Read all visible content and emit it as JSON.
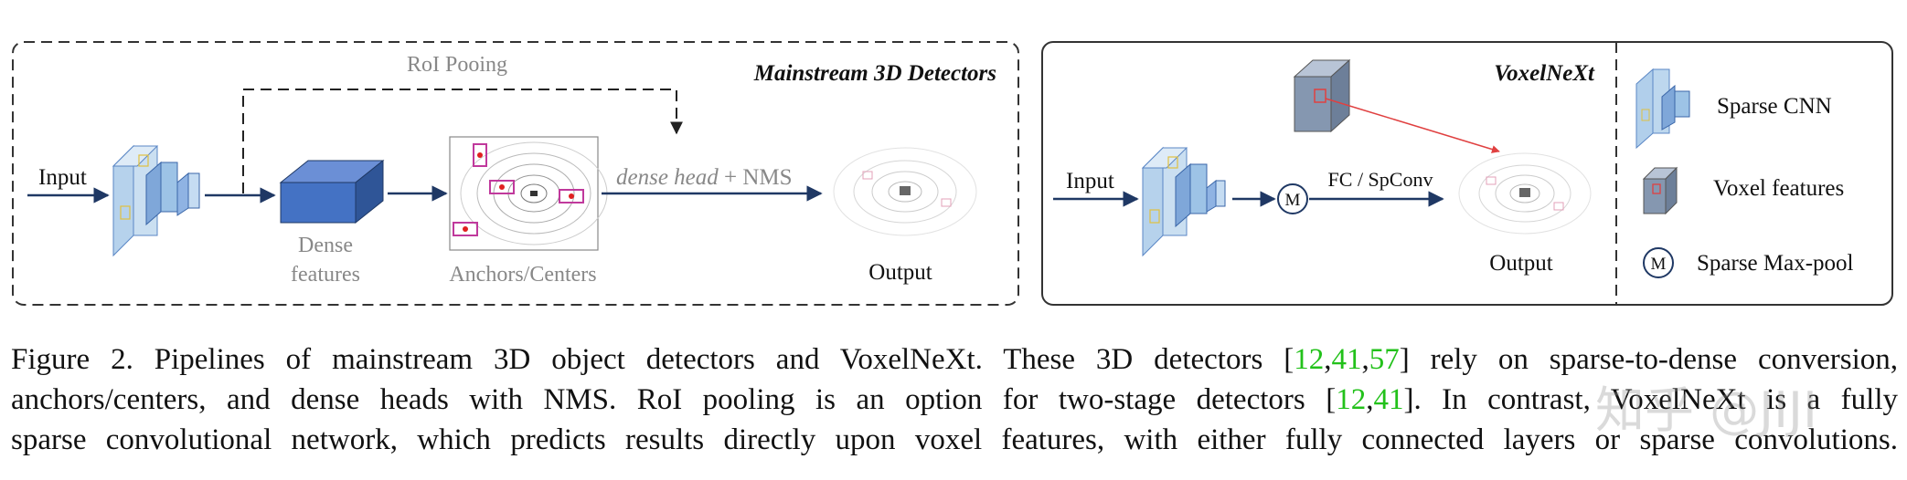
{
  "left_panel": {
    "title": "Mainstream 3D Detectors",
    "input_label": "Input",
    "roi_label": "RoI Pooing",
    "dense_features_label_1": "Dense",
    "dense_features_label_2": "features",
    "anchors_label": "Anchors/Centers",
    "head_label_italic": "dense head",
    "head_label_rest": " + NMS",
    "output_label": "Output"
  },
  "right_panel": {
    "title": "VoxelNeXt",
    "input_label": "Input",
    "fc_label": "FC / SpConv",
    "maxpool_symbol": "M",
    "output_label": "Output"
  },
  "legend": {
    "items": [
      {
        "label": "Sparse CNN",
        "icon": "sparse-cnn-icon"
      },
      {
        "label": "Voxel features",
        "icon": "voxel-features-icon"
      },
      {
        "label": "Sparse Max-pool",
        "icon": "max-pool-icon",
        "symbol": "M"
      }
    ]
  },
  "caption": {
    "line1_a": "Figure 2. Pipelines of mainstream 3D object detectors and VoxelNeXt. These 3D detectors [",
    "cite1": "12",
    "sep1": ",",
    "cite2": "41",
    "sep2": ",",
    "cite3": "57",
    "line1_b": "] rely on sparse-to-dense conversion,",
    "line2_a": "anchors/centers, and dense heads with NMS. RoI pooling is an option for two-stage detectors [",
    "cite4": "12",
    "sep3": ",",
    "cite5": "41",
    "line2_b": "]. In contrast, VoxelNeXt is a fully",
    "line3": "sparse convolutional network, which predicts results directly upon voxel features, with either fully connected layers or sparse convolutions."
  },
  "watermark": "知乎 @JIJI",
  "colors": {
    "arrow": "#1f3864",
    "dense_block": "#4472c4",
    "box_magenta": "#c0399c",
    "citation_green": "#22c11a",
    "cube_blue": "#9dc3e6"
  }
}
